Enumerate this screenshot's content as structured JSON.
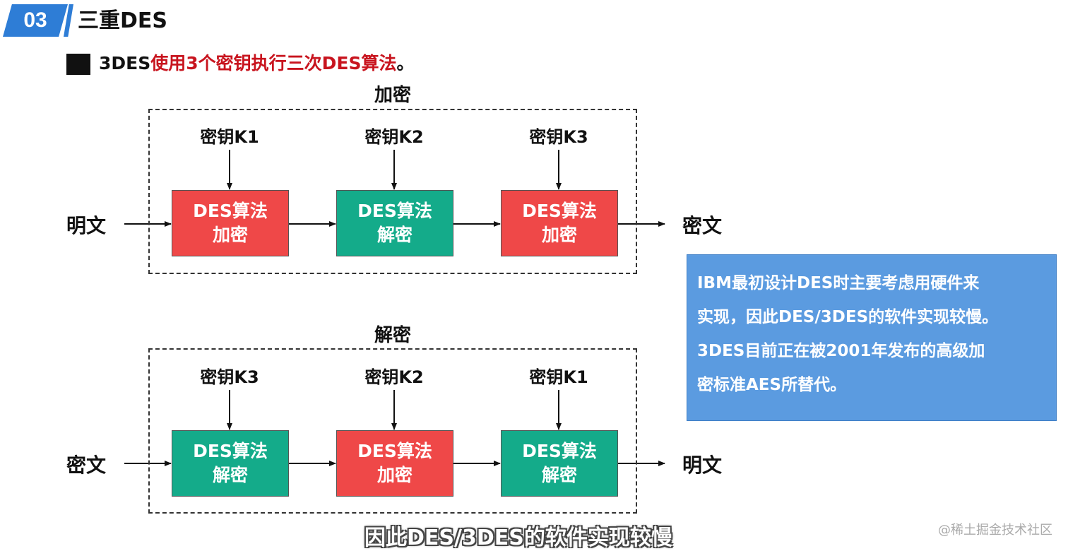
{
  "header": {
    "badge": "03",
    "title": "三重DES"
  },
  "subtitle": {
    "prefix": "3DES",
    "highlight": "使用3个密钥执行三次DES算法",
    "suffix": "。"
  },
  "encryption": {
    "title": "加密",
    "input": "明文",
    "output": "密文",
    "keys": [
      "密钥K1",
      "密钥K2",
      "密钥K3"
    ],
    "boxes": [
      {
        "line1": "DES算法",
        "line2": "加密"
      },
      {
        "line1": "DES算法",
        "line2": "解密"
      },
      {
        "line1": "DES算法",
        "line2": "加密"
      }
    ]
  },
  "decryption": {
    "title": "解密",
    "input": "密文",
    "output": "明文",
    "keys": [
      "密钥K3",
      "密钥K2",
      "密钥K1"
    ],
    "boxes": [
      {
        "line1": "DES算法",
        "line2": "解密"
      },
      {
        "line1": "DES算法",
        "line2": "加密"
      },
      {
        "line1": "DES算法",
        "line2": "解密"
      }
    ]
  },
  "note": {
    "lines": [
      "IBM最初设计DES时主要考虑用硬件来",
      "实现，因此DES/3DES的软件实现较慢。",
      "3DES目前正在被2001年发布的高级加",
      "密标准AES所替代。"
    ]
  },
  "caption": "因此DES/3DES的软件实现较慢",
  "watermark": "@稀土掘金技术社区",
  "colors": {
    "accent": "#2e7dd6",
    "encrypt_box": "#ef4848",
    "decrypt_box": "#14ab8a",
    "highlight_text": "#c8141e",
    "note_bg": "#5b9be0"
  }
}
